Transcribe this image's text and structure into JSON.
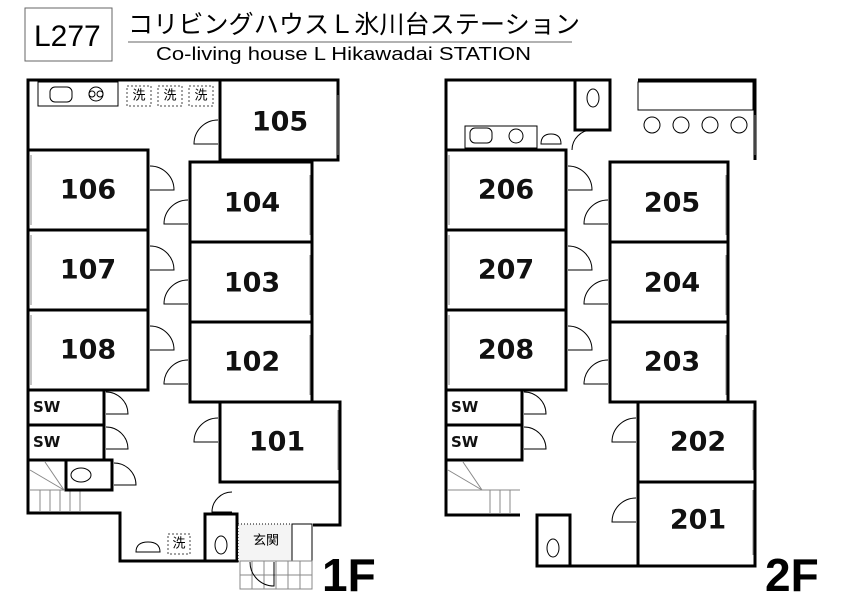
{
  "header": {
    "code": "L277",
    "title_ja": "コリビングハウスＬ氷川台ステーション",
    "title_en": "Co-living house L Hikawadai STATION"
  },
  "floor1": {
    "label": "1F",
    "rooms": [
      "105",
      "106",
      "104",
      "107",
      "103",
      "108",
      "102",
      "101"
    ],
    "sw": [
      "SW",
      "SW"
    ],
    "laundry": [
      "洗",
      "洗",
      "洗",
      "洗"
    ],
    "entrance": "玄関"
  },
  "floor2": {
    "label": "2F",
    "rooms": [
      "206",
      "205",
      "207",
      "204",
      "208",
      "203",
      "202",
      "201"
    ],
    "sw": [
      "SW",
      "SW"
    ]
  }
}
